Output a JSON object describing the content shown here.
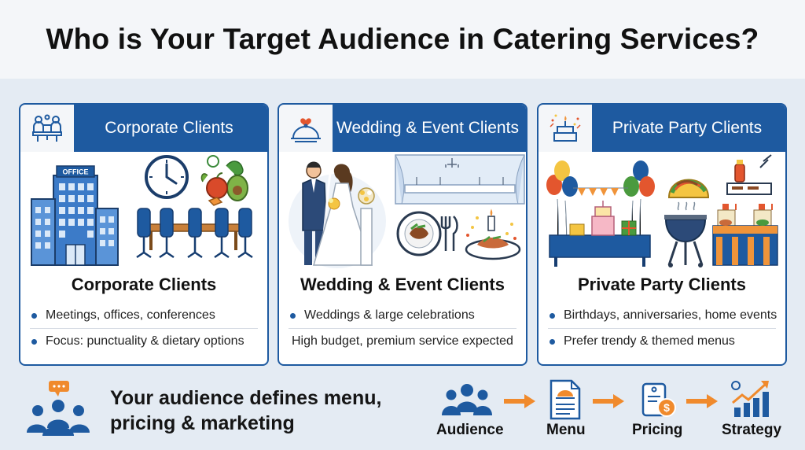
{
  "title": "Who is Your Target Audience in Catering Services?",
  "cards": [
    {
      "header": "Corporate Clients",
      "subtitle": "Corporate Clients",
      "sign": "OFFICE",
      "bullets": [
        "Meetings, offices, conferences",
        "Focus: punctuality & dietary options"
      ],
      "icon": "meeting-people-icon"
    },
    {
      "header": "Wedding & Event Clients",
      "subtitle": "Wedding & Event Clients",
      "bullets": [
        "Weddings & large celebrations",
        "High budget, premium service expected"
      ],
      "icon": "cloche-heart-icon"
    },
    {
      "header": "Private Party Clients",
      "subtitle": "Private Party Clients",
      "bullets": [
        "Birthdays, anniversaries, home events",
        "Prefer trendy & themed menus"
      ],
      "icon": "party-cake-icon"
    }
  ],
  "message": {
    "line1": "Your audience defines menu,",
    "line2": "pricing & marketing"
  },
  "flow": [
    "Audience",
    "Menu",
    "Pricing",
    "Strategy"
  ],
  "colors": {
    "primary": "#1e5aa0",
    "arrow": "#f08a2c",
    "background": "#e4ebf3"
  }
}
